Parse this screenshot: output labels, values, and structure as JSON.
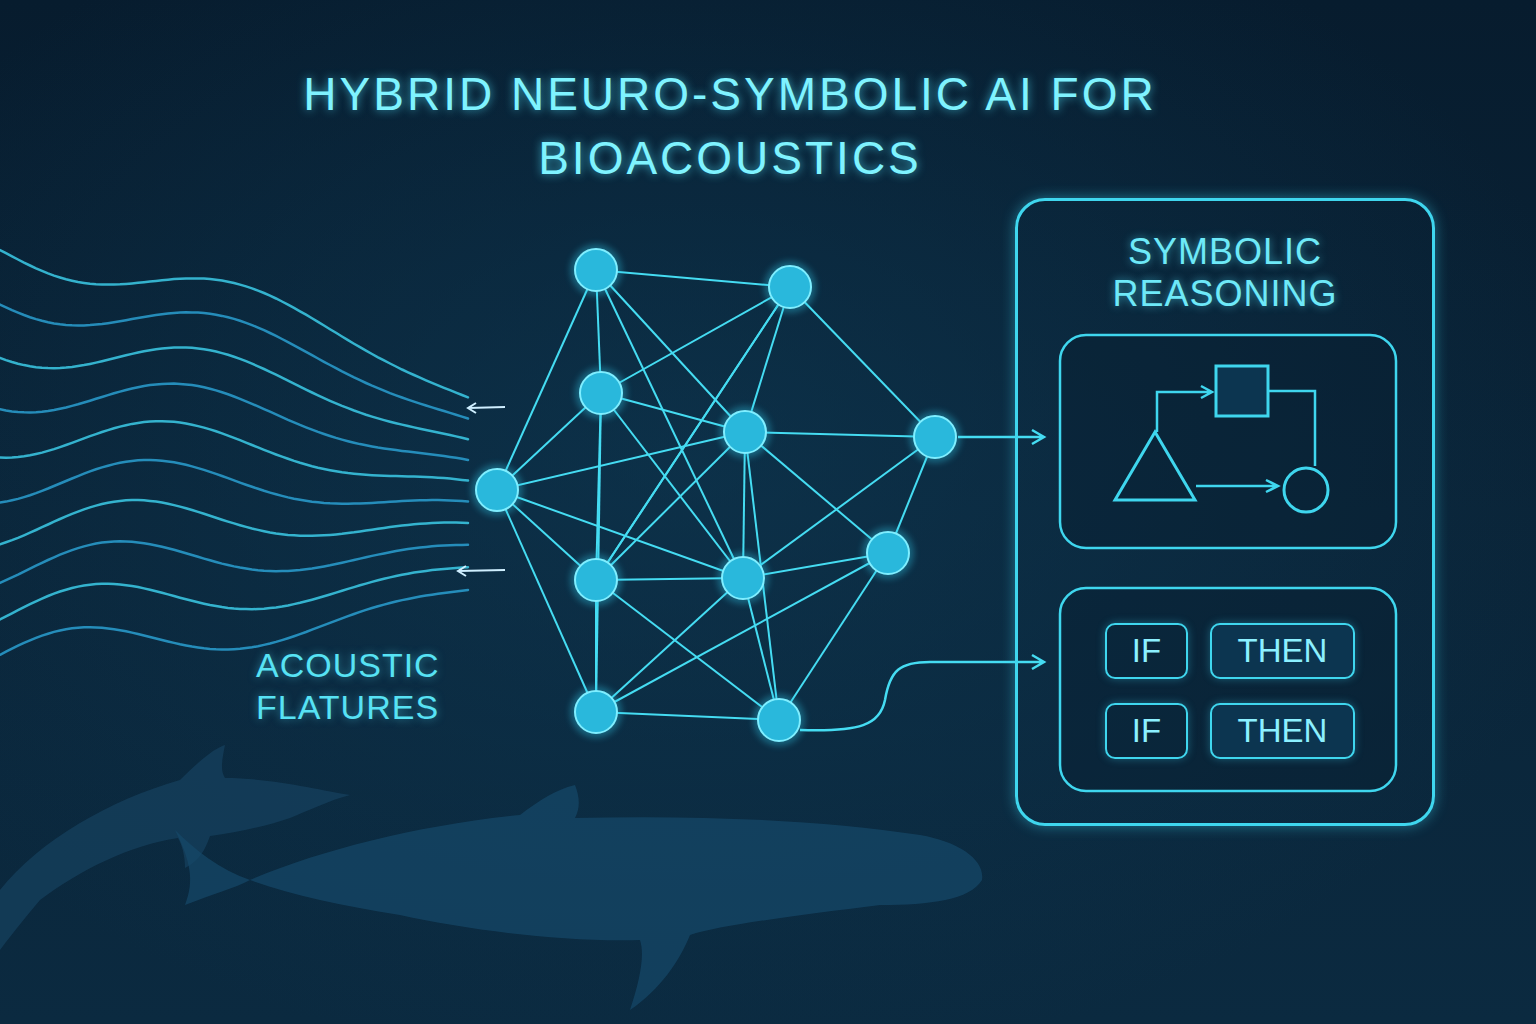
{
  "diagram": {
    "title": "HYBRID NEURO-SYMBOLIC AI FOR BIOACOUSTICS",
    "nodes": [
      {
        "text": [
          "SYMBOLIC REASONING"
        ]
      },
      {
        "text": [
          "IF"
        ],
        "in": 0
      },
      {
        "text": [
          "THEN"
        ],
        "in": 0
      },
      {
        "text": [
          "IF"
        ],
        "in": 0
      },
      {
        "text": [
          "THEN"
        ],
        "in": 0
      }
    ],
    "labels": [
      "ACOUSTIC FLATURES"
    ]
  }
}
